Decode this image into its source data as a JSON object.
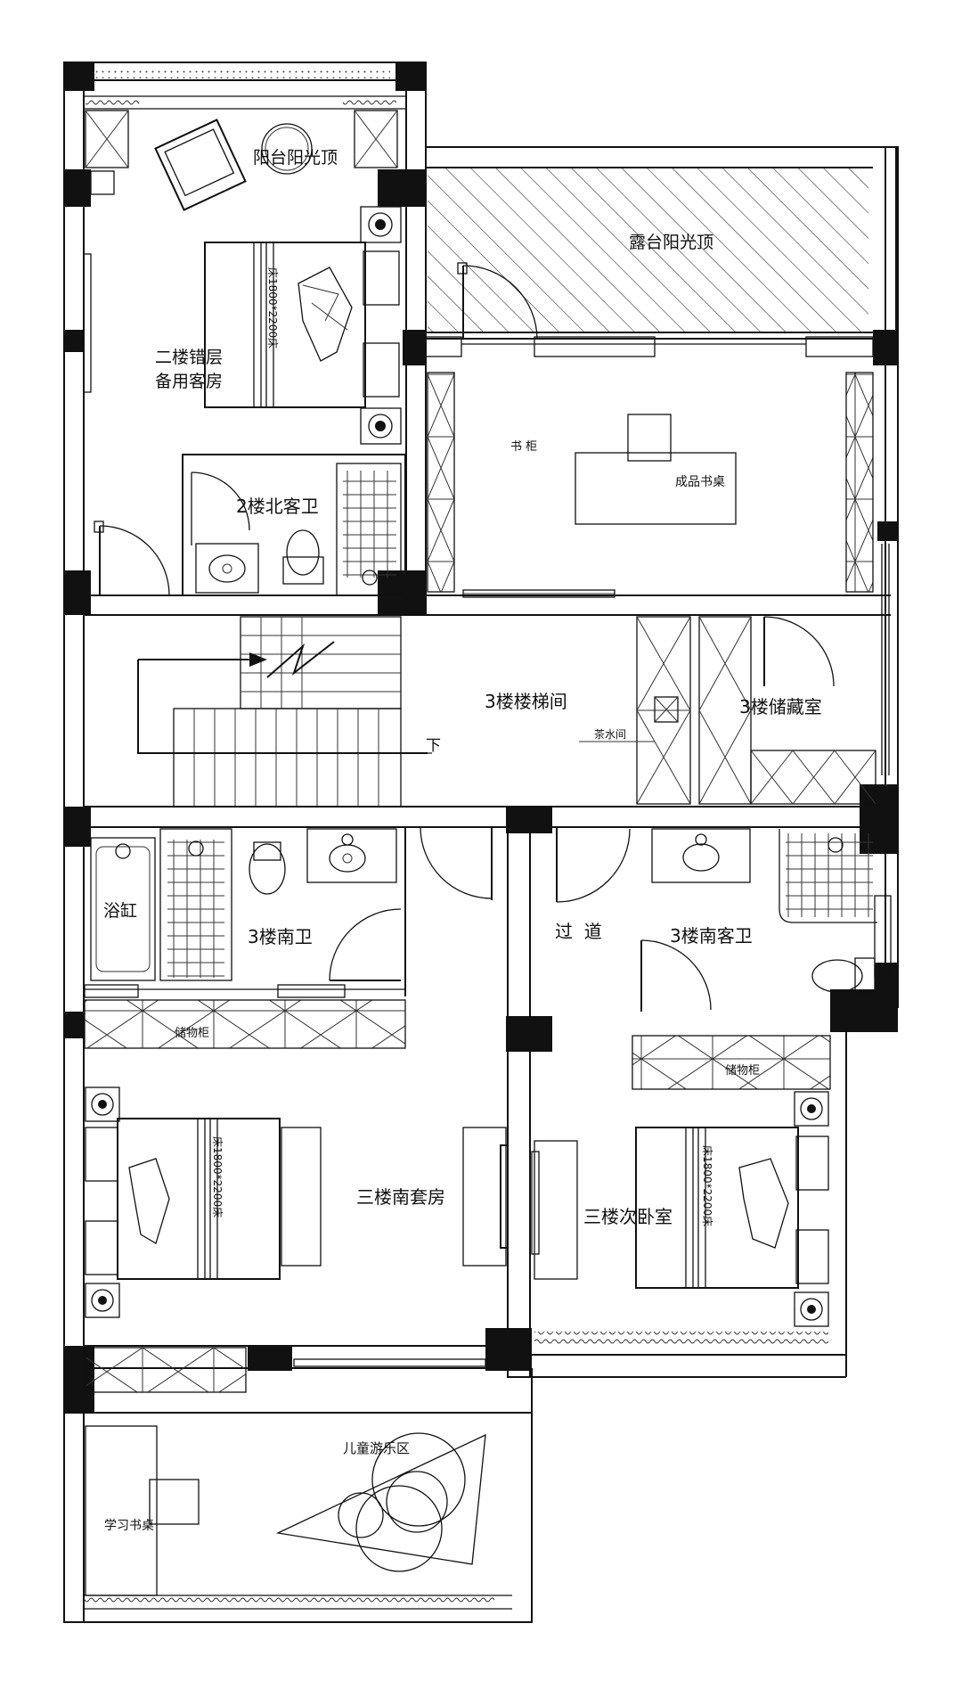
{
  "rooms": {
    "balcony_sunroof": "阳台阳光顶",
    "terrace_sunroof": "露台阳光顶",
    "guest_room_2f": "二楼错层",
    "guest_room_2f_sub": "备用客房",
    "north_bath_2f": "2楼北客卫",
    "stairwell_3f": "3楼楼梯间",
    "storage_3f": "3楼储藏室",
    "tea_room": "茶水间",
    "bathtub": "浴缸",
    "south_bath_3f": "3楼南卫",
    "corridor": "过  道",
    "south_guest_bath_3f": "3楼南客卫",
    "south_suite_3f": "三楼南套房",
    "second_bedroom_3f": "三楼次卧室",
    "kids_play": "儿童游乐区",
    "study_desk": "学习书桌"
  },
  "furniture": {
    "bookcase": "书    柜",
    "desk": "成品书桌",
    "storage_cabinet_left": "储物柜",
    "storage_cabinet_right": "储物柜",
    "bed_label": "床1800*2200床"
  },
  "stair_down": "下"
}
